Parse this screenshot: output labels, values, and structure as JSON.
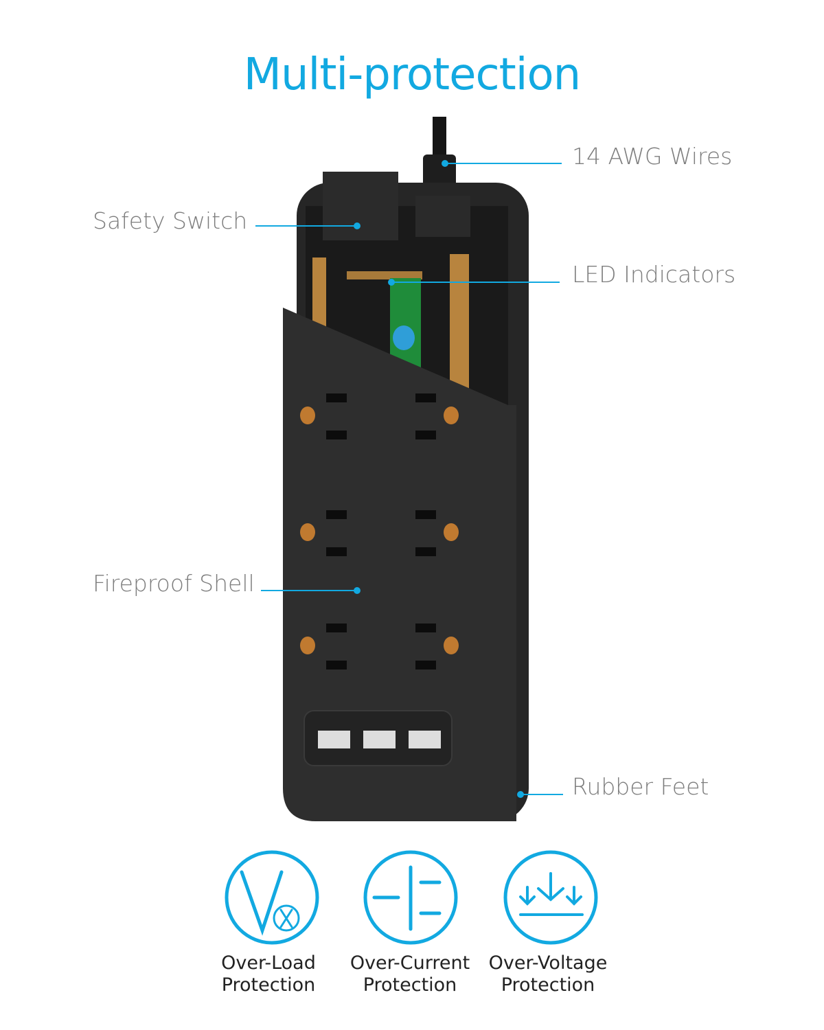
{
  "title": "Multi-protection",
  "accent_color": "#12a9e1",
  "callouts": [
    {
      "label": "14 AWG Wires"
    },
    {
      "label": "Safety Switch"
    },
    {
      "label": "LED Indicators"
    },
    {
      "label": "Fireproof Shell"
    },
    {
      "label": "Rubber Feet"
    }
  ],
  "features": [
    {
      "icon": "voltage-x-icon",
      "line1": "Over-Load",
      "line2": "Protection"
    },
    {
      "icon": "current-bars-icon",
      "line1": "Over-Current",
      "line2": "Protection"
    },
    {
      "icon": "down-arrows-icon",
      "line1": "Over-Voltage",
      "line2": "Protection"
    }
  ]
}
